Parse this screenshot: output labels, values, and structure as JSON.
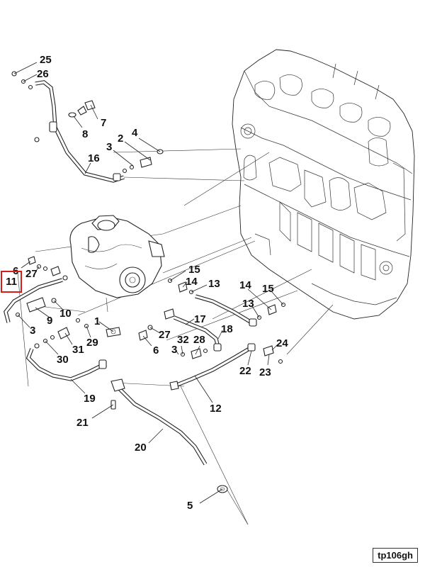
{
  "callouts": [
    {
      "id": "25",
      "label": "25"
    },
    {
      "id": "26",
      "label": "26"
    },
    {
      "id": "7",
      "label": "7"
    },
    {
      "id": "8",
      "label": "8"
    },
    {
      "id": "4",
      "label": "4"
    },
    {
      "id": "2",
      "label": "2"
    },
    {
      "id": "3a",
      "label": "3"
    },
    {
      "id": "16",
      "label": "16"
    },
    {
      "id": "6a",
      "label": "6"
    },
    {
      "id": "27a",
      "label": "27"
    },
    {
      "id": "3b",
      "label": "3"
    },
    {
      "id": "9",
      "label": "9"
    },
    {
      "id": "10",
      "label": "10"
    },
    {
      "id": "1",
      "label": "1"
    },
    {
      "id": "30",
      "label": "30"
    },
    {
      "id": "31",
      "label": "31"
    },
    {
      "id": "29",
      "label": "29"
    },
    {
      "id": "19",
      "label": "19"
    },
    {
      "id": "21",
      "label": "21"
    },
    {
      "id": "20",
      "label": "20"
    },
    {
      "id": "5",
      "label": "5"
    },
    {
      "id": "15a",
      "label": "15"
    },
    {
      "id": "14a",
      "label": "14"
    },
    {
      "id": "13a",
      "label": "13"
    },
    {
      "id": "14b",
      "label": "14"
    },
    {
      "id": "15b",
      "label": "15"
    },
    {
      "id": "13b",
      "label": "13"
    },
    {
      "id": "17",
      "label": "17"
    },
    {
      "id": "18",
      "label": "18"
    },
    {
      "id": "27b",
      "label": "27"
    },
    {
      "id": "6b",
      "label": "6"
    },
    {
      "id": "32",
      "label": "32"
    },
    {
      "id": "28",
      "label": "28"
    },
    {
      "id": "3c",
      "label": "3"
    },
    {
      "id": "24",
      "label": "24"
    },
    {
      "id": "22",
      "label": "22"
    },
    {
      "id": "23",
      "label": "23"
    },
    {
      "id": "12",
      "label": "12"
    }
  ],
  "highlighted_callout": {
    "label": "11",
    "color": "#d81b1b"
  },
  "reference_code": "tp106gh"
}
